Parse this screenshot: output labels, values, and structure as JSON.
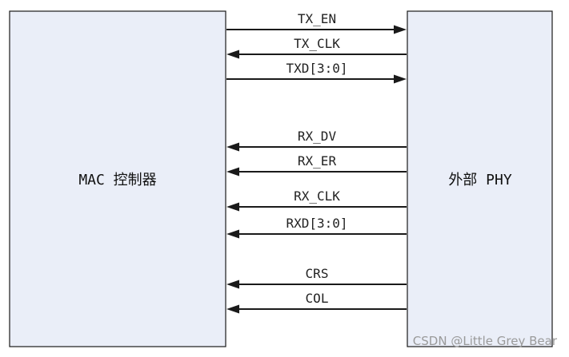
{
  "blocks": {
    "left": "MAC 控制器",
    "right": "外部 PHY"
  },
  "signals": [
    {
      "label": "TX_EN",
      "direction": "to-phy"
    },
    {
      "label": "TX_CLK",
      "direction": "to-mac"
    },
    {
      "label": "TXD[3:0]",
      "direction": "to-phy"
    },
    {
      "label": "RX_DV",
      "direction": "to-mac"
    },
    {
      "label": "RX_ER",
      "direction": "to-mac"
    },
    {
      "label": "RX_CLK",
      "direction": "to-mac"
    },
    {
      "label": "RXD[3:0]",
      "direction": "to-mac"
    },
    {
      "label": "CRS",
      "direction": "to-mac"
    },
    {
      "label": "COL",
      "direction": "to-mac"
    }
  ],
  "watermark": "CSDN @Little Grey Bear"
}
